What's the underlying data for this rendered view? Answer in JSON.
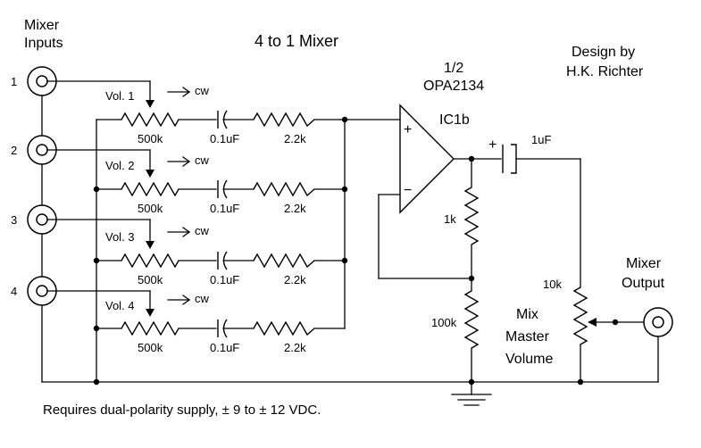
{
  "title": "4 to 1 Mixer",
  "credit": {
    "line1": "Design by",
    "line2": "H.K. Richter"
  },
  "inputs": {
    "heading_line1": "Mixer",
    "heading_line2": "Inputs",
    "numbers": [
      "1",
      "2",
      "3",
      "4"
    ]
  },
  "channels": [
    {
      "vol_label": "Vol. 1",
      "direction": "cw",
      "pot": "500k",
      "cap": "0.1uF",
      "res": "2.2k"
    },
    {
      "vol_label": "Vol. 2",
      "direction": "cw",
      "pot": "500k",
      "cap": "0.1uF",
      "res": "2.2k"
    },
    {
      "vol_label": "Vol. 3",
      "direction": "cw",
      "pot": "500k",
      "cap": "0.1uF",
      "res": "2.2k"
    },
    {
      "vol_label": "Vol. 4",
      "direction": "cw",
      "pot": "500k",
      "cap": "0.1uF",
      "res": "2.2k"
    }
  ],
  "opamp": {
    "line1": "1/2",
    "line2": "OPA2134",
    "ref": "IC1b",
    "plus": "+",
    "minus": "−"
  },
  "feedback_res": "1k",
  "bias_res": "100k",
  "out_cap": {
    "polarity": "+",
    "value": "1uF"
  },
  "master": {
    "pot": "10k",
    "line1": "Mix",
    "line2": "Master",
    "line3": "Volume"
  },
  "output": {
    "line1": "Mixer",
    "line2": "Output"
  },
  "footer": {
    "text1": "Requires dual-polarity supply, ",
    "pm1": "±",
    "mid": " 9 to ",
    "pm2": "±",
    "text2": " 12 VDC."
  }
}
